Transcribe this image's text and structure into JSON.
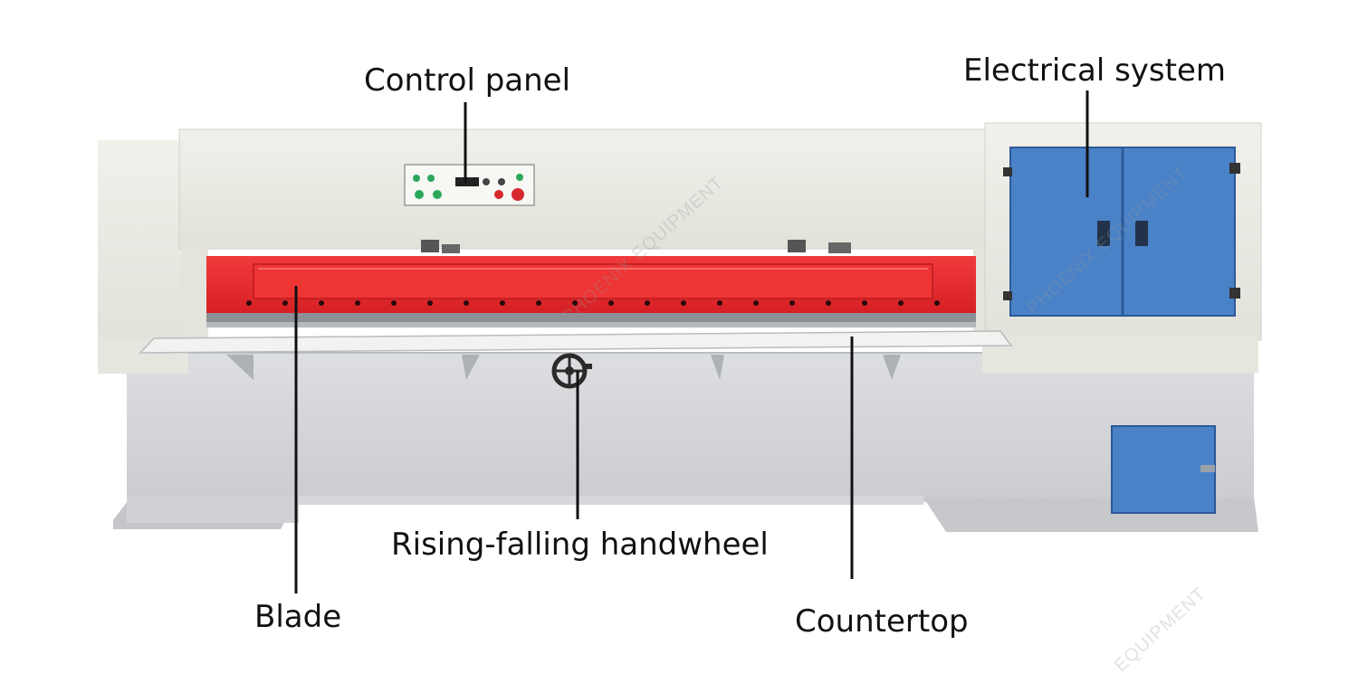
{
  "labels": {
    "control_panel": "Control panel",
    "electrical_system": "Electrical system",
    "blade": "Blade",
    "handwheel": "Rising-falling handwheel",
    "countertop": "Countertop"
  },
  "watermarks": [
    "PHOENIX EQUIPMENT",
    "EQUIPMENT"
  ],
  "colors": {
    "frame": "#ebeae4",
    "base": "#d4d6d9",
    "blade": "#e8262a",
    "cabinet": "#4a82c8",
    "line": "#111111"
  }
}
